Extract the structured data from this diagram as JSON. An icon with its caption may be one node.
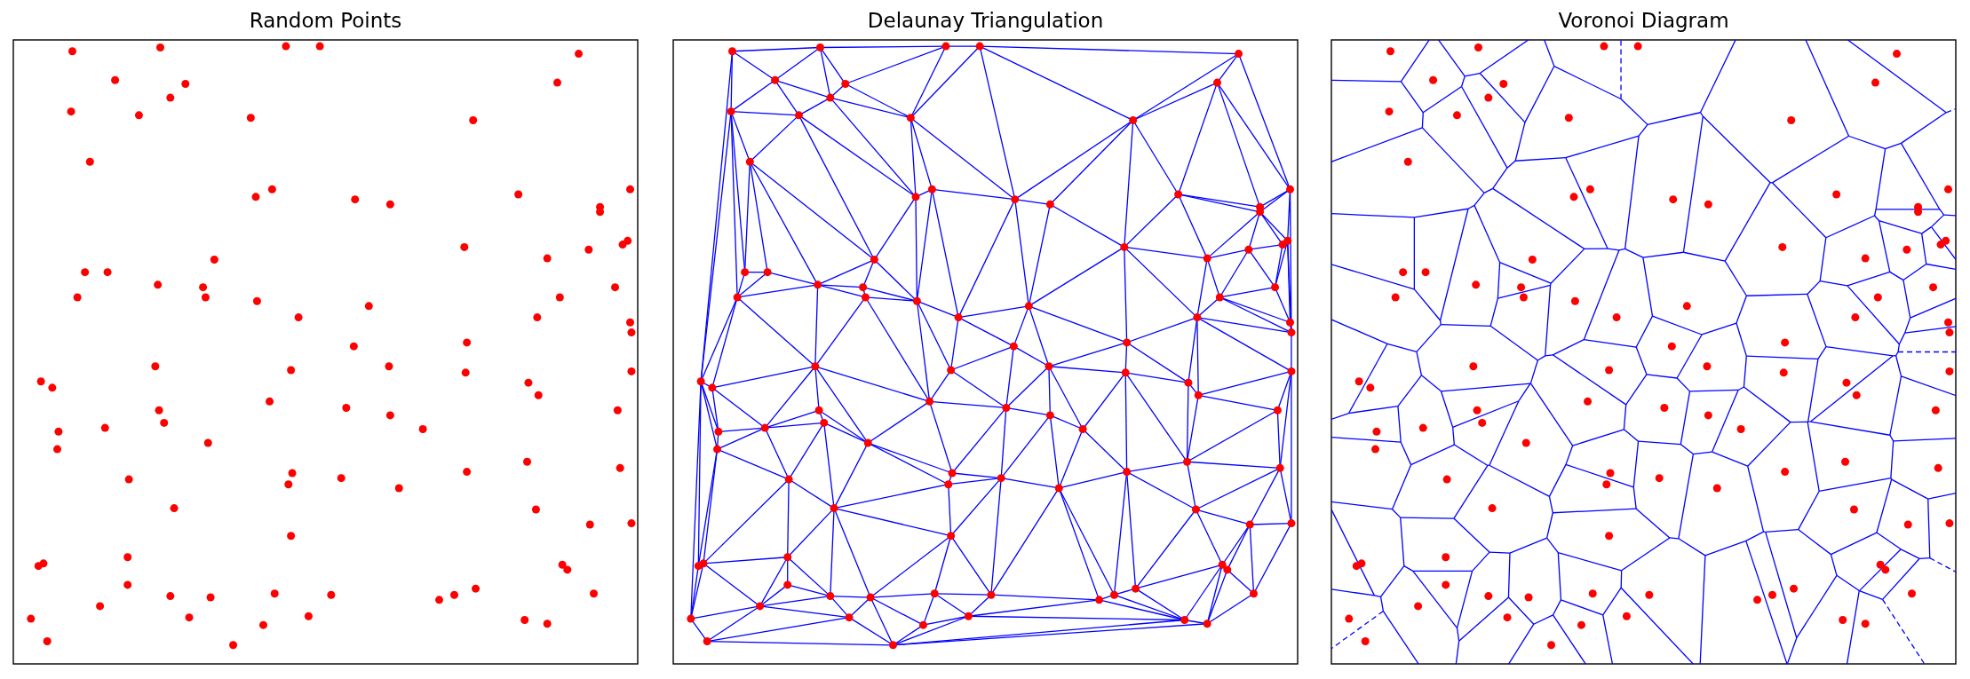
{
  "diagram": {
    "labels": [
      "Random Points",
      "Delaunay Triangulation",
      "Voronoi Diagram"
    ]
  }
}
